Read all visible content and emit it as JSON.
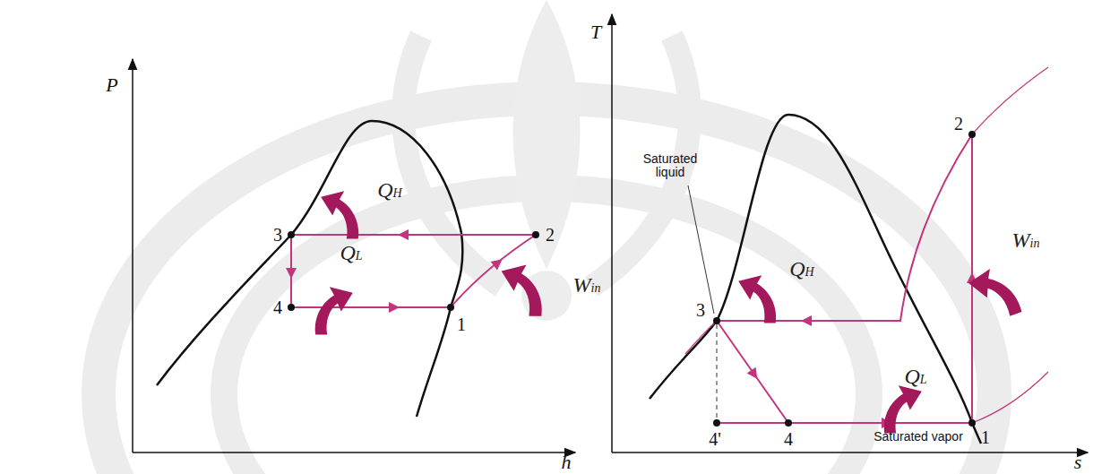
{
  "diagram": {
    "labels": [
      "P",
      "QH",
      "3",
      "2",
      "QL",
      "4",
      "1",
      "Win",
      "h",
      "T",
      "Saturated liquid",
      "QH",
      "2",
      "Win",
      "3",
      "4'",
      "4",
      "QL",
      "1",
      "Saturated vapor",
      "s"
    ]
  }
}
